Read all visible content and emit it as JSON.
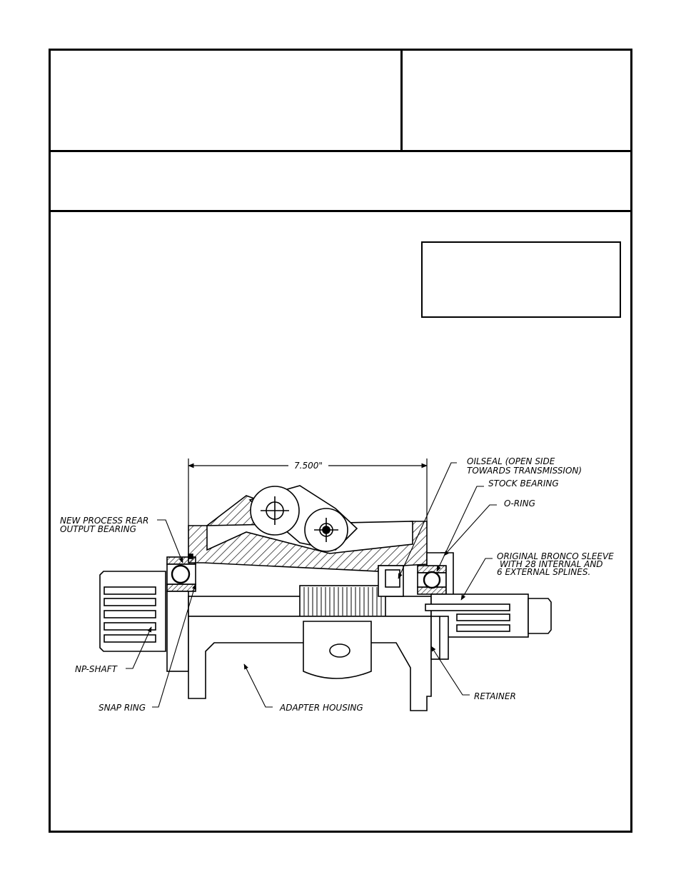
{
  "dimension": "7.500\"",
  "labels": {
    "new_process_rear_line1": "NEW PROCESS REAR",
    "new_process_rear_line2": "OUTPUT BEARING",
    "np_shaft": "NP-SHAFT",
    "snap_ring": "SNAP RING",
    "adapter_housing": "ADAPTER HOUSING",
    "oilseal_line1": "OILSEAL (OPEN SIDE",
    "oilseal_line2": "TOWARDS TRANSMISSION)",
    "stock_bearing": "STOCK BEARING",
    "o_ring": "O-RING",
    "sleeve_line1": "ORIGINAL BRONCO SLEEVE",
    "sleeve_line2": "WITH 28 INTERNAL AND",
    "sleeve_line3": "6 EXTERNAL SPLINES.",
    "retainer": "RETAINER"
  }
}
